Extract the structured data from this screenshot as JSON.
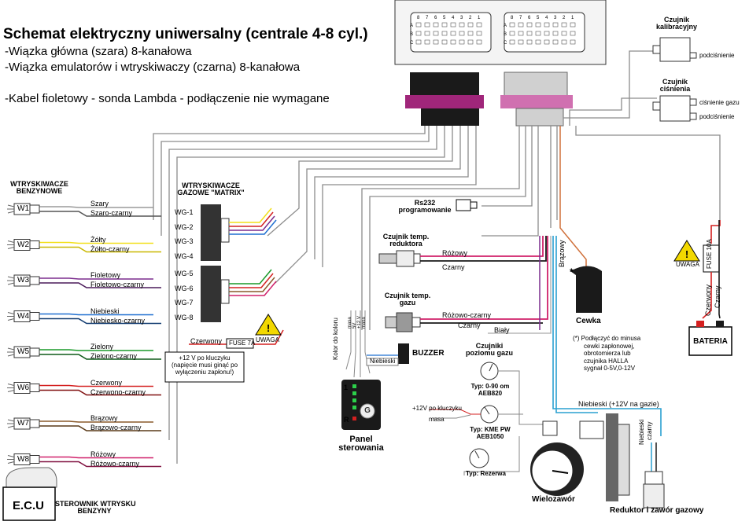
{
  "header": {
    "title": "Schemat elektryczny uniwersalny (centrale 4-8 cyl.)",
    "line1": "-Wiązka główna (szara) 8-kanałowa",
    "line2": "-Wiązka emulatorów i wtryskiwaczy (czarna) 8-kanałowa",
    "line3": "-Kabel fioletowy - sonda Lambda - podłączenie nie wymagane"
  },
  "connector_pins": [
    "8",
    "7",
    "6",
    "5",
    "4",
    "3",
    "2",
    "1"
  ],
  "connector_rows": [
    "A",
    "B",
    "C"
  ],
  "petrol_injectors": {
    "heading1": "WTRYSKIWACZE",
    "heading2": "BENZYNOWE",
    "items": [
      {
        "id": "W1",
        "wire1": "Szary",
        "wire2": "Szaro-czarny",
        "c1": "#9a9a9a",
        "c2": "#555555"
      },
      {
        "id": "W2",
        "wire1": "Żółty",
        "wire2": "Żółto-czarny",
        "c1": "#f2e01a",
        "c2": "#c9b800"
      },
      {
        "id": "W3",
        "wire1": "Fioletowy",
        "wire2": "Fioletowo-czarny",
        "c1": "#7b2d8e",
        "c2": "#4a1a5a"
      },
      {
        "id": "W4",
        "wire1": "Niebieski",
        "wire2": "Niebiesko-czarny",
        "c1": "#1f6fd0",
        "c2": "#103a70"
      },
      {
        "id": "W5",
        "wire1": "Zielony",
        "wire2": "Zielono-czarny",
        "c1": "#1a9a2a",
        "c2": "#0e5a18"
      },
      {
        "id": "W6",
        "wire1": "Czerwony",
        "wire2": "Czerwono-czarny",
        "c1": "#d42020",
        "c2": "#801010"
      },
      {
        "id": "W7",
        "wire1": "Brązowy",
        "wire2": "Brązowo-czarny",
        "c1": "#8a5a2b",
        "c2": "#5a3a18"
      },
      {
        "id": "W8",
        "wire1": "Różowy",
        "wire2": "Różowo-czarny",
        "c1": "#d0206a",
        "c2": "#801040"
      }
    ]
  },
  "ecu": {
    "label": "E.C.U",
    "caption1": "STEROWNIK WTRYSKU",
    "caption2": "BENZYNY"
  },
  "gas_injectors": {
    "heading1": "WTRYSKIWACZE",
    "heading2": "GAZOWE \"MATRIX\"",
    "items": [
      "WG-1",
      "WG-2",
      "WG-3",
      "WG-4",
      "WG-5",
      "WG-6",
      "WG-7",
      "WG-8"
    ]
  },
  "fuse_supply": {
    "wire": "Czerwony",
    "fuse": "FUSE 7A",
    "warning": "UWAGA",
    "note1": "+12 V po kluczyku",
    "note2": "(napięcie musi ginąć po",
    "note3": "wyłączeniu zapłonu!)"
  },
  "rs232": {
    "line1": "Rs232",
    "line2": "programowanie"
  },
  "temp_reducer": {
    "line1": "Czujnik temp.",
    "line2": "reduktora",
    "wire1": "Różowy",
    "wire2": "Czarny"
  },
  "temp_gas": {
    "line1": "Czujnik temp.",
    "line2": "gazu",
    "wire1": "Różowo-czarny",
    "wire2": "Czarny",
    "wire3": "Biały"
  },
  "color_wire": {
    "label": "Kolor do koloru",
    "pins": [
      "masa",
      "5V",
      "+12 V",
      "masa"
    ]
  },
  "buzzer": {
    "label": "BUZZER",
    "wire": "Niebieski"
  },
  "panel": {
    "title1": "Panel",
    "title2": "sterowania",
    "row1": "1",
    "row2": "R",
    "button": "G"
  },
  "level_sensors": {
    "heading1": "Czujniki",
    "heading2": "poziomu gazu",
    "s1_line1": "Typ: 0-90 om",
    "s1_line2": "AEB820",
    "plus12": "+12V po kluczyku",
    "masa": "masa",
    "s2_line1": "Typ: KME PW",
    "s2_line2": "AEB1050",
    "s3": "Typ: Rezerwa"
  },
  "coil": {
    "wire": "Brązowy",
    "asterisk": "*",
    "label": "Cewka",
    "note1": "(*) Podłączyć do minusa",
    "note2": "cewki zapłonowej,",
    "note3": "obrotomierza lub",
    "note4": "czujnika HALLA",
    "note5": "sygnał 0-5V,0-12V"
  },
  "battery": {
    "label": "BATERIA",
    "warning": "UWAGA",
    "fuse": "FUSE 10A",
    "wire1": "Czerwony",
    "wire2": "Czarny"
  },
  "calib_sensor": {
    "line1": "Czujnik",
    "line2": "kalibracyjny",
    "port": "podciśnienie"
  },
  "pressure_sensor": {
    "line1": "Czujnik",
    "line2": "ciśnienia",
    "port1": "ciśnienie gazu",
    "port2": "podciśnienie"
  },
  "valves": {
    "blue_wire": "Niebieski (+12V na gazie)",
    "multivalve": "Wielozawór",
    "reducer": "Reduktor i zawór gazowy",
    "right_wire1": "Niebieski",
    "right_wire2": "czarny"
  },
  "colors": {
    "grey_harness": "#d8d8d8",
    "black_harness": "#1a1a1a",
    "magenta_band": "#a0267a",
    "pink_band": "#d070b0",
    "grey_wire": "#8c8c8c"
  }
}
